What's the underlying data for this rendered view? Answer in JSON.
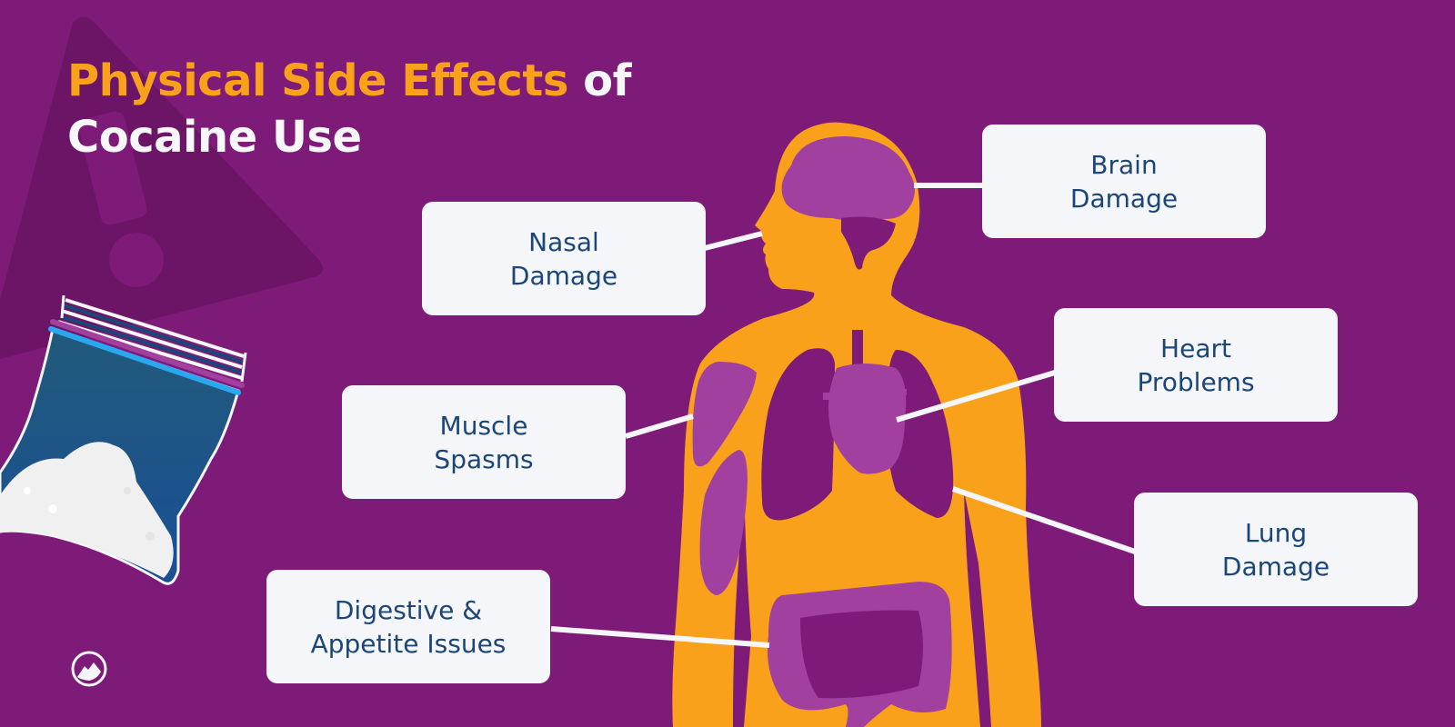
{
  "title": {
    "highlight": "Physical Side Effects",
    "rest_line1": " of",
    "line2": "Cocaine Use"
  },
  "labels": [
    {
      "id": "brain",
      "line1": "Brain",
      "line2": "Damage"
    },
    {
      "id": "nasal",
      "line1": "Nasal",
      "line2": "Damage"
    },
    {
      "id": "heart",
      "line1": "Heart",
      "line2": "Problems"
    },
    {
      "id": "muscle",
      "line1": "Muscle",
      "line2": "Spasms"
    },
    {
      "id": "lung",
      "line1": "Lung",
      "line2": "Damage"
    },
    {
      "id": "digestive",
      "line1": "Digestive &",
      "line2": "Appetite Issues"
    }
  ],
  "colors": {
    "background": "#7e1a78",
    "background_shadow": "#6c1466",
    "title_accent": "#f9a11b",
    "title_text": "#f7f7f9",
    "body_silhouette": "#f9a11b",
    "organ_light": "#a2409f",
    "organ_dark": "#7e1a78",
    "label_bg": "#f5f6f9",
    "label_text": "#1b4677",
    "bag_blue": "#1a4f8f",
    "zip_blue": "#29a8ef"
  },
  "icons": {
    "warning": "warning-triangle-icon",
    "bag": "baggie-icon",
    "logo": "mountain-logo-icon"
  }
}
